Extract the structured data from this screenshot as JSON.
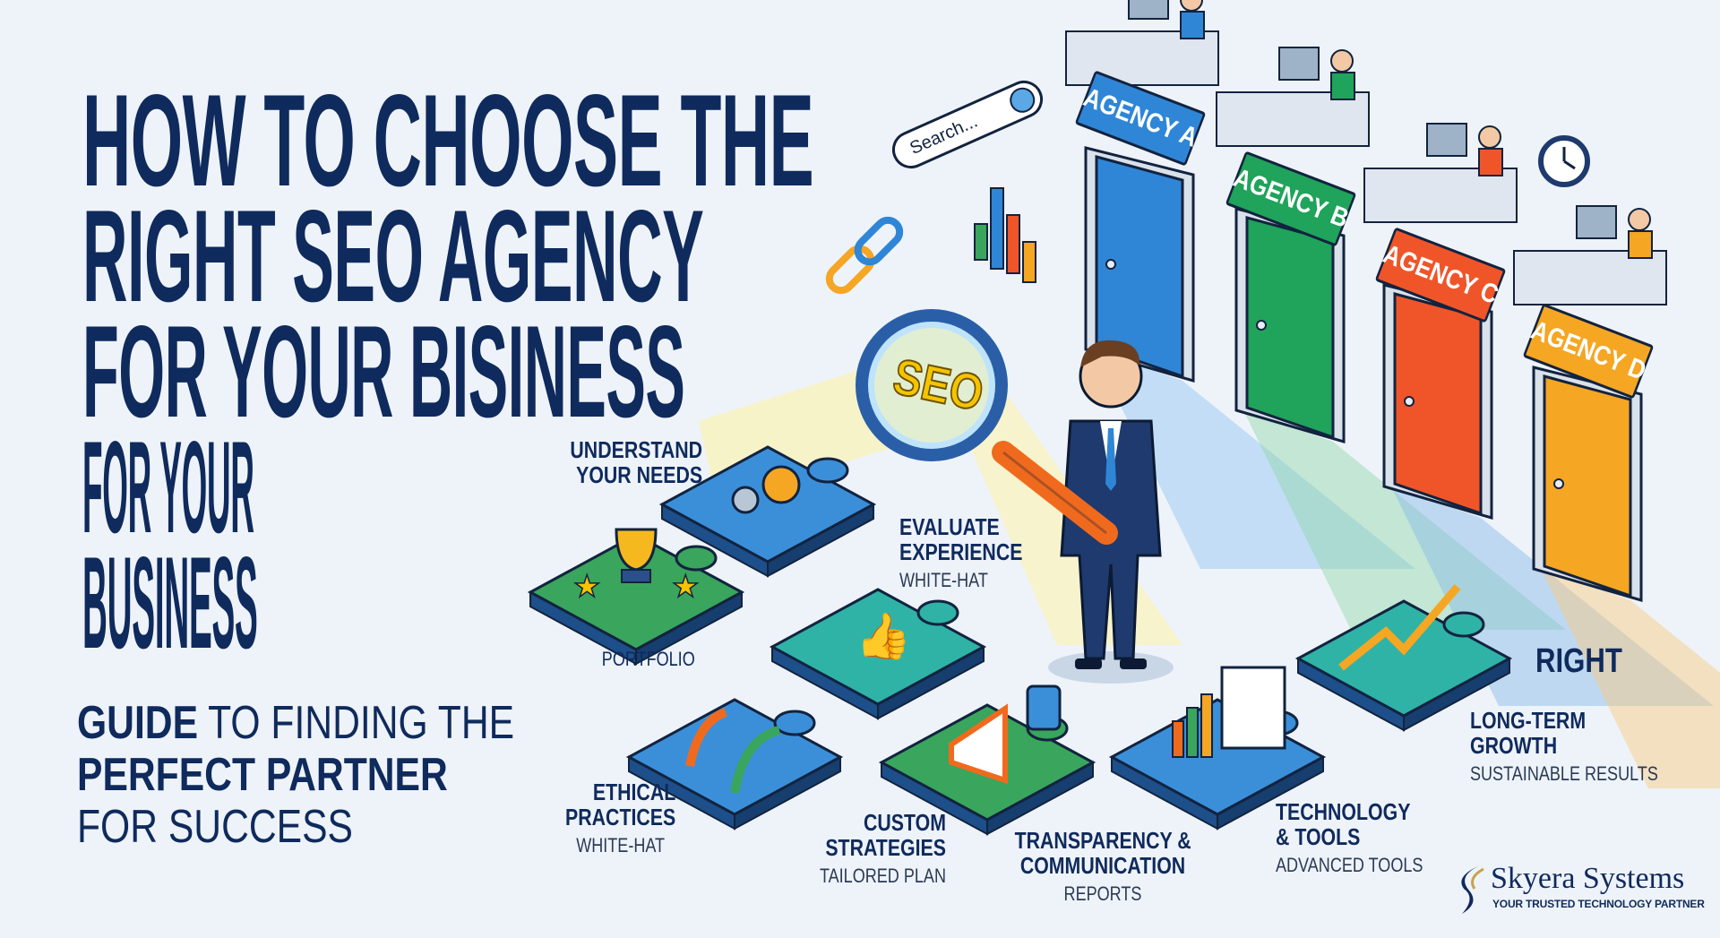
{
  "title": {
    "lines": [
      "HOW TO CHOOSE THE",
      "RIGHT SEO AGENCY",
      "FOR YOUR BISINESS",
      "FOR YOUR",
      "BUSINESS"
    ]
  },
  "subtitle": {
    "line1_bold": "GUIDE",
    "line1_rest": " TO FINDING THE",
    "line2": "PERFECT PARTNER",
    "line3": "FOR SUCCESS"
  },
  "search": {
    "placeholder": "Search...",
    "icon": "search-icon"
  },
  "magnifier_text": "SEO",
  "agencies": [
    {
      "label": "AGENCY A",
      "color": "#2f86d6"
    },
    {
      "label": "AGENCY B",
      "color": "#20a35a"
    },
    {
      "label": "AGENCY C",
      "color": "#f0552a"
    },
    {
      "label": "AGENCY D",
      "color": "#f5a623"
    }
  ],
  "steps": {
    "understand": {
      "title": "UNDERSTAND\nYOUR NEEDS"
    },
    "evaluate": {
      "title": "EVALUATE\nEXPERIENCE",
      "sub": "WHITE-HAT"
    },
    "portfolio": {
      "title": "PORTFOLIO"
    },
    "ethical": {
      "title": "ETHICAL\nPRACTICES",
      "sub": "WHITE-HAT"
    },
    "custom": {
      "title": "CUSTOM\nSTRATEGIES",
      "sub": "TAILORED PLAN"
    },
    "transparency": {
      "title": "TRANSPARENCY &\nCOMMUNICATION",
      "sub": "REPORTS"
    },
    "technology": {
      "title": "TECHNOLOGY\n& TOOLS",
      "sub": "ADVANCED TOOLS"
    },
    "right": {
      "title": "RIGHT"
    },
    "growth": {
      "title": "LONG-TERM\nGROWTH",
      "sub": "SUSTAINABLE RESULTS"
    }
  },
  "logo": {
    "name": "Skyera Systems",
    "tagline": "YOUR TRUSTED TECHNOLOGY PARTNER"
  },
  "colors": {
    "navy": "#0f2a5c",
    "background": "#eef3f9",
    "blue": "#2f86d6",
    "green": "#3aa55c",
    "teal": "#2fb3a6",
    "orange": "#f5a623"
  }
}
